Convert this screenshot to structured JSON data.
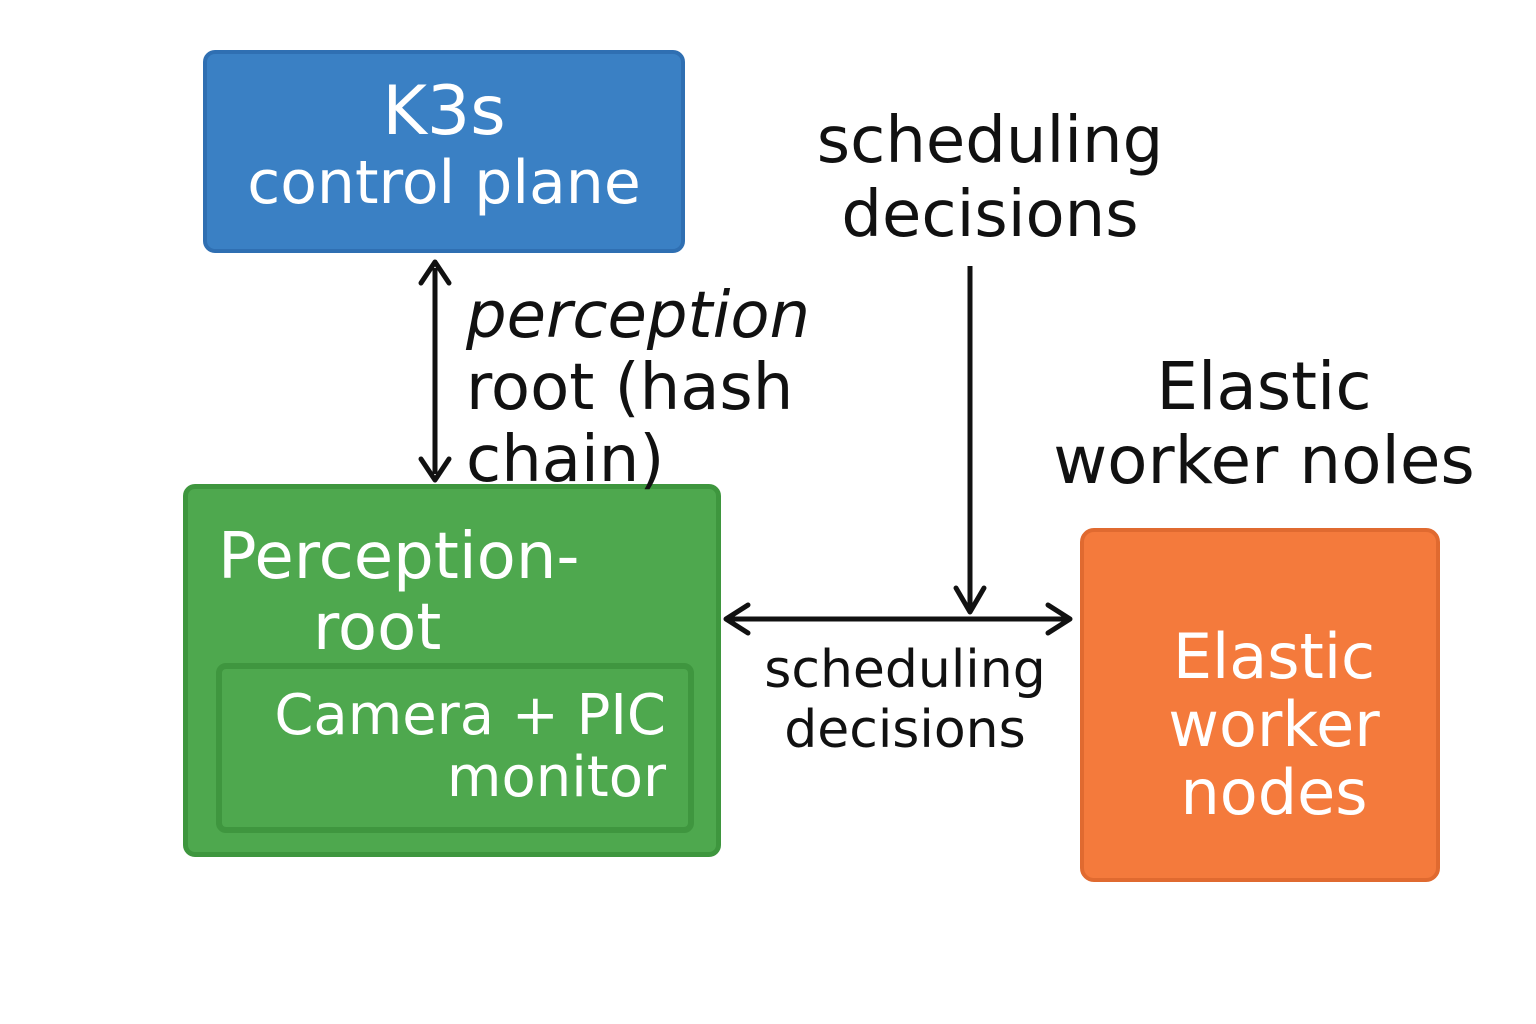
{
  "nodes": {
    "k3s": {
      "line1": "K3s",
      "line2": "control plane",
      "color": "#3a80c4"
    },
    "perception_root": {
      "line1": "Perception-",
      "line2": "root",
      "color": "#4ea84e",
      "inner": {
        "line1": "Camera + PIC",
        "line2": "monitor"
      }
    },
    "elastic": {
      "line1": "Elastic",
      "line2": "worker",
      "line3": "nodes",
      "color": "#f47a3c"
    }
  },
  "labels": {
    "scheduling_top": {
      "line1": "scheduling",
      "line2": "decisions"
    },
    "perception_edge": {
      "line1": "perception",
      "line2": "root (hash",
      "line3": "chain)"
    },
    "elastic_heading": {
      "line1": "Elastic",
      "line2": "worker noles"
    },
    "scheduling_bottom": {
      "line1": "scheduling",
      "line2": "decisions"
    }
  },
  "edges": [
    {
      "from": "k3s",
      "to": "perception_root",
      "direction": "both"
    },
    {
      "from": "scheduling_top",
      "to": "horizontal-link",
      "direction": "forward"
    },
    {
      "from": "perception_root",
      "to": "elastic",
      "direction": "both"
    }
  ]
}
